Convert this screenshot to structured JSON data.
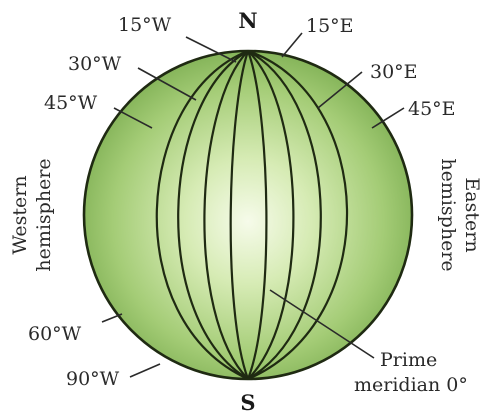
{
  "poles": {
    "north": "N",
    "south": "S"
  },
  "longitude_labels": {
    "w15": "15°W",
    "w30": "30°W",
    "w45": "45°W",
    "w60": "60°W",
    "w90": "90°W",
    "e15": "15°E",
    "e30": "30°E",
    "e45": "45°E"
  },
  "hemispheres": {
    "western": [
      "Western",
      "hemisphere"
    ],
    "eastern": [
      "Eastern",
      "hemisphere"
    ]
  },
  "prime_meridian": [
    "Prime",
    "meridian 0°"
  ],
  "colors": {
    "globe_center": "#f4f9e6",
    "globe_mid": "#b6d68a",
    "globe_edge": "#7fb055",
    "outline": "#1f2a12",
    "text": "#2a2a2a"
  }
}
